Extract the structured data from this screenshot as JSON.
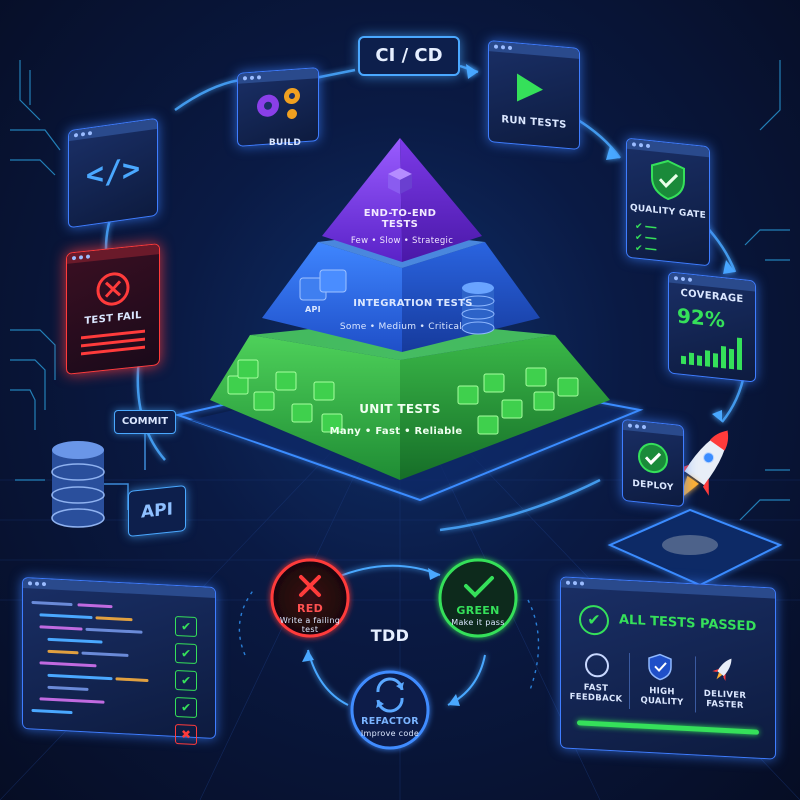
{
  "pipeline": {
    "title": "CI / CD",
    "build": "BUILD",
    "run_tests": "RUN TESTS",
    "quality_gate": "QUALITY GATE",
    "coverage_label": "COVERAGE",
    "coverage_value": "92%",
    "deploy": "DEPLOY",
    "commit": "COMMIT",
    "test_fail": "TEST FAIL",
    "api": "API"
  },
  "pyramid": {
    "e2e_title_1": "END-TO-END",
    "e2e_title_2": "TESTS",
    "e2e_sub": "Few • Slow • Strategic",
    "integration_title": "INTEGRATION TESTS",
    "integration_sub": "Some • Medium • Critical",
    "integration_api": "API",
    "unit_title": "UNIT TESTS",
    "unit_sub": "Many • Fast • Reliable"
  },
  "tdd": {
    "center": "TDD",
    "red_title": "RED",
    "red_sub_1": "Write a failing",
    "red_sub_2": "test",
    "green_title": "GREEN",
    "green_sub": "Make it pass",
    "refactor_title": "REFACTOR",
    "refactor_sub": "Improve code"
  },
  "results": {
    "all_passed": "ALL TESTS PASSED",
    "fast_1": "FAST",
    "fast_2": "FEEDBACK",
    "quality_1": "HIGH",
    "quality_2": "QUALITY",
    "deliver_1": "DELIVER",
    "deliver_2": "FASTER"
  },
  "colors": {
    "accent_blue": "#3f8cff",
    "e2e_purple": "#7b3fe0",
    "integration_blue": "#2f6be8",
    "unit_green": "#33b84a",
    "pass_green": "#35e05a",
    "fail_red": "#ff3b3b"
  }
}
